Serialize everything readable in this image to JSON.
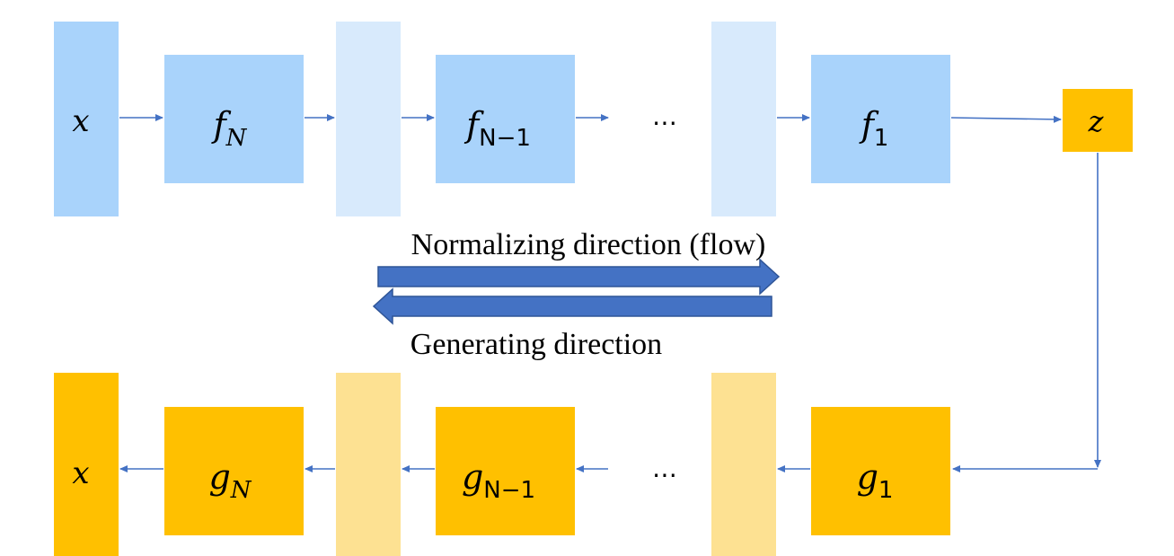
{
  "top_row": {
    "input_label": "x",
    "blocks": [
      {
        "base": "f",
        "sub": "N"
      },
      {
        "base": "f",
        "sub": "N−1"
      },
      {
        "base": "f",
        "sub": "1"
      }
    ],
    "ellipsis": "⋯",
    "output_label": "z"
  },
  "bottom_row": {
    "output_label": "x",
    "blocks": [
      {
        "base": "g",
        "sub": "N"
      },
      {
        "base": "g",
        "sub": "N−1"
      },
      {
        "base": "g",
        "sub": "1"
      }
    ],
    "ellipsis": "⋯"
  },
  "directions": {
    "normalizing": "Normalizing direction (flow)",
    "generating": "Generating direction"
  },
  "colors": {
    "blue_block": "#a9d3fb",
    "blue_light": "#d8eafc",
    "orange_block": "#ffc000",
    "orange_light": "#fde192",
    "arrow_line": "#4472c4",
    "big_arrow_fill": "#4472c4",
    "big_arrow_stroke": "#2f5597"
  }
}
